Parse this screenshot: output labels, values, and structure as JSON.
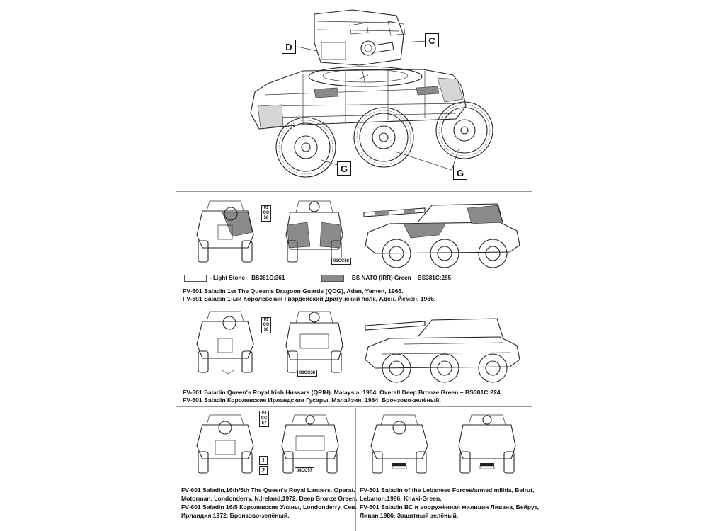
{
  "callouts": {
    "d": "D",
    "c": "C",
    "g_left": "G",
    "g_right": "G"
  },
  "legend": {
    "light_stone": "- Light Stone – BS381C:361",
    "nato_green": "– BS NATO (IRR) Green – BS381C:285",
    "light_stone_color": "#ffffff",
    "nato_green_color": "#8a8a8a"
  },
  "captions": {
    "qdg_en": "FV-601 Saladin 1st The Queen's Dragoon Guards (QDG), Aden, Yemen, 1966.",
    "qdg_ru": "FV-601 Saladin 1-ый Королевский Гвардейский Драгунский полк, Аден. Йемен, 1966.",
    "qrih_en": "FV-601 Saladin Queen's Royal Irish Hussars (QRIH). Malaysia, 1964. Overall Deep Bronze Green – BS381C:224.",
    "qrih_ru": "FV-601 Saladin Королевские Ирландские Гусары, Малайзия, 1964. Бронзово-зелёный.",
    "lancers_1": "FV-601 Saladin,16th/5th The Queen's Royal Lancers. Operat.",
    "lancers_2": "Motorman, Londonderry, N.Ireland,1972. Deep Bronze Green.",
    "lancers_3": "FV-601 Saladin 16/5 Королевские Уланы, Londonderry, Сев.",
    "lancers_4": "Ирландия,1972. Бронзово-зелёный.",
    "lebanon_1": "FV-601 Saladin of the Lebanese Forces/armed militia, Beirut,",
    "lebanon_2": "Lebanon,1986. Khaki-Green.",
    "lebanon_3": "FV-601 Saladin ВС и вооружённая милиция Ливана, Бейрут,",
    "lebanon_4": "Ливан,1986. Защитный зелёный."
  },
  "markings": {
    "qdg_plate": "01CC58",
    "qdg_vertical": [
      "01",
      "CC",
      "58"
    ],
    "qrih_plate": "01CC38",
    "qrih_vertical": [
      "01",
      "CC",
      "38"
    ],
    "lancers_plate": "04CC57",
    "lancers_vertical": [
      "04",
      "CC",
      "57"
    ],
    "num_1": "1",
    "num_2": "2"
  }
}
